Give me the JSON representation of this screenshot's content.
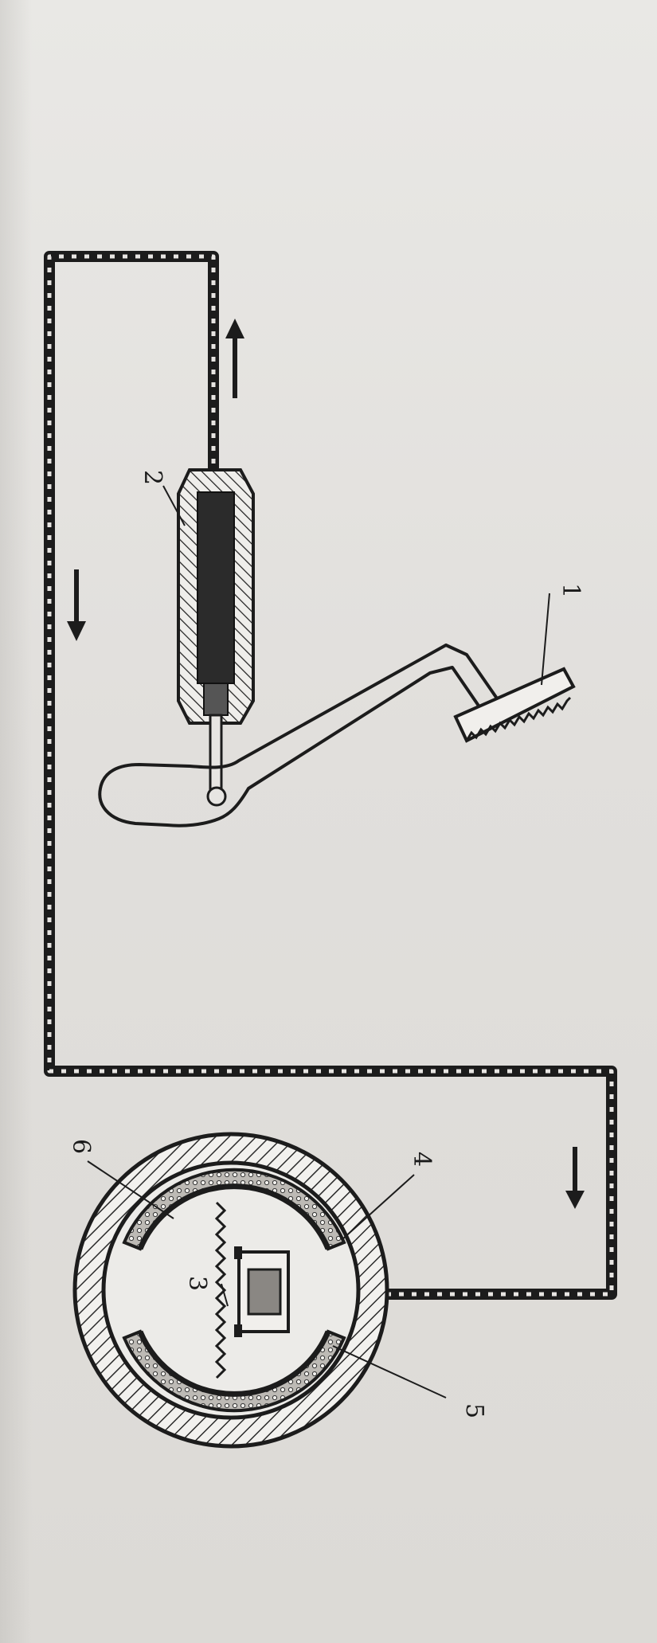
{
  "labels": {
    "l1": "1",
    "l2": "2",
    "l3": "3",
    "l4": "4",
    "l5": "5",
    "l6": "6"
  },
  "colors": {
    "ink": "#1c1c1c",
    "paper": "#e6e4e1",
    "hatch": "#2a2a2a"
  }
}
